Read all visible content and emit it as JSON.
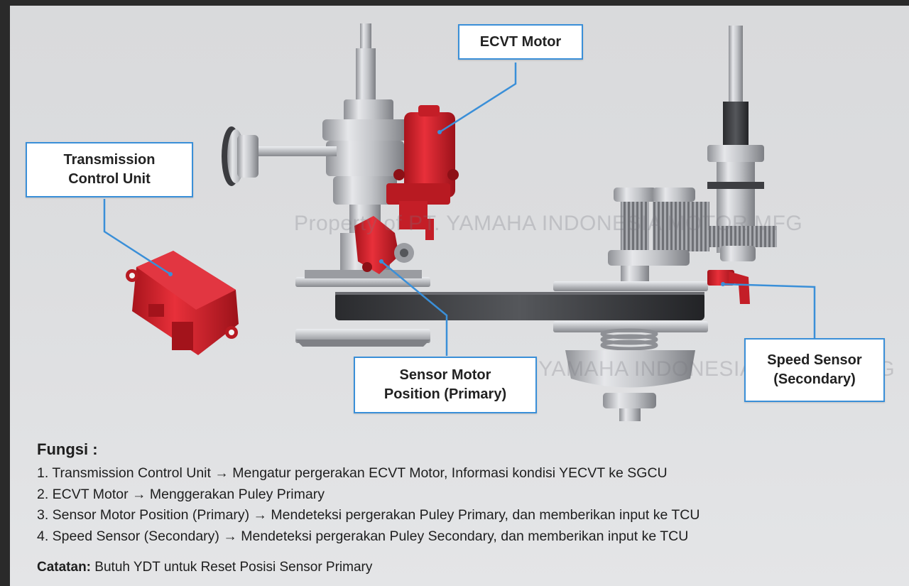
{
  "callouts": {
    "tcu": [
      "Transmission",
      "Control Unit"
    ],
    "ecvt_motor": "ECVT Motor",
    "sensor_motor": [
      "Sensor Motor",
      "Position (Primary)"
    ],
    "speed_sensor": [
      "Speed Sensor",
      "(Secondary)"
    ]
  },
  "watermark": {
    "top": "Property of PT. YAMAHA INDONESIA MOTOR MFG",
    "bottom": "Property of PT. YAMAHA INDONESIA MOTOR MFG"
  },
  "fungsi": {
    "title": "Fungsi :",
    "items": [
      "1. Transmission Control Unit → Mengatur pergerakan ECVT Motor, Informasi kondisi YECVT ke SGCU",
      "2. ECVT Motor → Menggerakan Puley Primary",
      "3. Sensor Motor Position (Primary) → Mendeteksi pergerakan Puley Primary, dan memberikan input ke TCU",
      "4. Speed Sensor (Secondary) → Mendeteksi pergerakan Puley Secondary, dan memberikan input ke TCU"
    ]
  },
  "catatan": {
    "label": "Catatan:",
    "text": " Butuh YDT untuk Reset Posisi Sensor Primary"
  },
  "colors": {
    "accent_line": "#3a8fd8",
    "component_red": "#d4202a",
    "metal": "#c9cbcf"
  }
}
